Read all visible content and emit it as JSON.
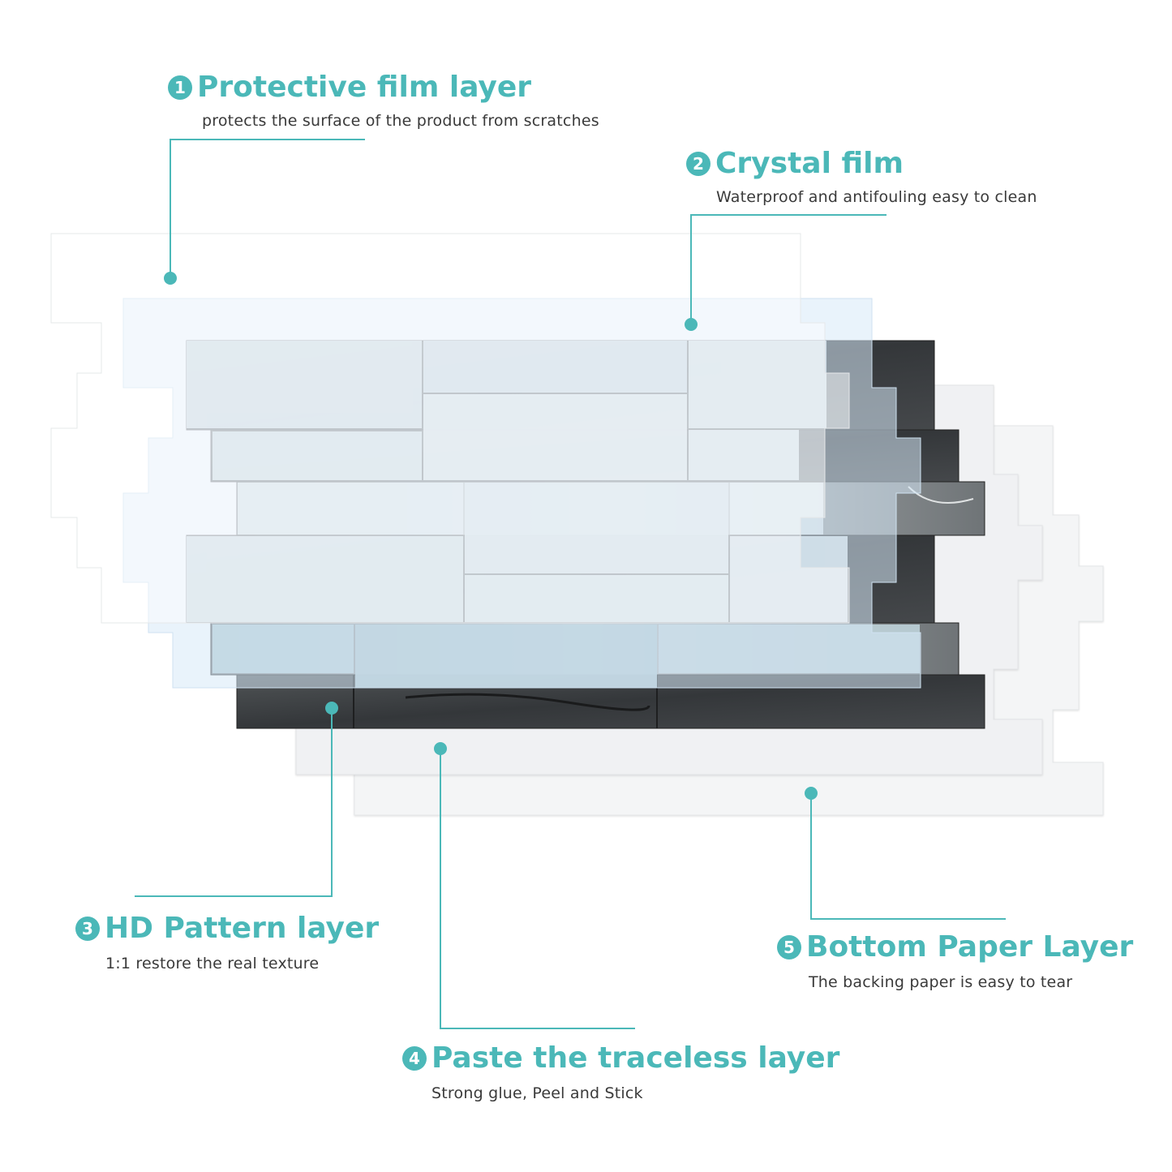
{
  "colors": {
    "accent": "#4bb8b8",
    "text": "#3a3a3a",
    "dark_stone": "#3b3d3f",
    "light_stone": "#c9d9df",
    "crystal_film": "#dcecf7",
    "paper": "#f3f4f5"
  },
  "layers": [
    {
      "number": "1",
      "title": "Protective film layer",
      "description": "protects the surface of the product from scratches"
    },
    {
      "number": "2",
      "title": "Crystal film",
      "description": "Waterproof and antifouling easy to clean"
    },
    {
      "number": "3",
      "title": "HD Pattern layer",
      "description": "1:1 restore the real texture"
    },
    {
      "number": "4",
      "title": "Paste the traceless layer",
      "description": "Strong glue, Peel and Stick"
    },
    {
      "number": "5",
      "title": "Bottom Paper Layer",
      "description": "The backing paper is easy to tear"
    }
  ]
}
